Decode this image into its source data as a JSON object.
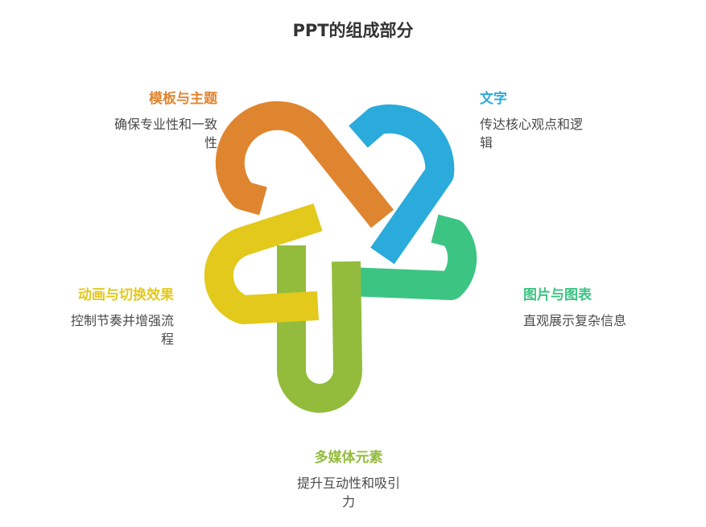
{
  "title": "PPT的组成部分",
  "colors": {
    "orange": "#E0852F",
    "blue": "#2AABDB",
    "green": "#3CC483",
    "olive": "#93BC3C",
    "yellow": "#E2C91B"
  },
  "segments": [
    {
      "id": "template",
      "heading": "模板与主题",
      "desc_lines": [
        "确保专业性和一致",
        "性"
      ],
      "color": "#E0852F"
    },
    {
      "id": "text",
      "heading": "文字",
      "desc_lines": [
        "传达核心观点和逻",
        "辑"
      ],
      "color": "#2AABDB"
    },
    {
      "id": "images",
      "heading": "图片与图表",
      "desc_lines": [
        "直观展示复杂信息"
      ],
      "color": "#3CC483"
    },
    {
      "id": "multimedia",
      "heading": "多媒体元素",
      "desc_lines": [
        "提升互动性和吸引",
        "力"
      ],
      "color": "#93BC3C"
    },
    {
      "id": "animation",
      "heading": "动画与切换效果",
      "desc_lines": [
        "控制节奏并增强流",
        "程"
      ],
      "color": "#E2C91B"
    }
  ]
}
